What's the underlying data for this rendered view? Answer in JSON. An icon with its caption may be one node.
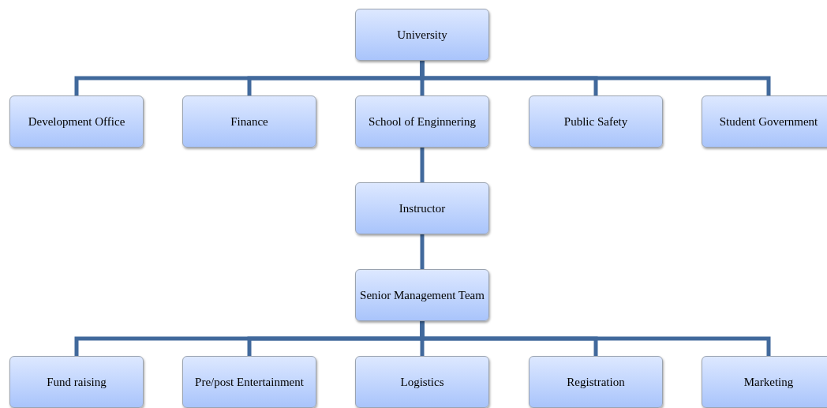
{
  "diagram": {
    "nodes": [
      {
        "text": [
          "University"
        ]
      },
      {
        "text": [
          "Development Office"
        ]
      },
      {
        "text": [
          "Finance"
        ]
      },
      {
        "text": [
          "School of Enginnering"
        ]
      },
      {
        "text": [
          "Public Safety"
        ]
      },
      {
        "text": [
          "Student Government"
        ]
      },
      {
        "text": [
          "Instructor"
        ]
      },
      {
        "text": [
          "Senior Management Team"
        ]
      },
      {
        "text": [
          "Fund raising"
        ]
      },
      {
        "text": [
          "Pre/post Entertainment"
        ]
      },
      {
        "text": [
          "Logistics"
        ]
      },
      {
        "text": [
          "Registration"
        ]
      },
      {
        "text": [
          "Marketing"
        ]
      }
    ],
    "edges": [
      {
        "from": 0,
        "to": 1,
        "arrow": "none"
      },
      {
        "from": 0,
        "to": 2,
        "arrow": "none"
      },
      {
        "from": 0,
        "to": 3,
        "arrow": "none"
      },
      {
        "from": 0,
        "to": 4,
        "arrow": "none"
      },
      {
        "from": 0,
        "to": 5,
        "arrow": "none"
      },
      {
        "from": 3,
        "to": 6,
        "arrow": "none"
      },
      {
        "from": 6,
        "to": 7,
        "arrow": "none"
      },
      {
        "from": 7,
        "to": 8,
        "arrow": "none"
      },
      {
        "from": 7,
        "to": 9,
        "arrow": "none"
      },
      {
        "from": 7,
        "to": 10,
        "arrow": "none"
      },
      {
        "from": 7,
        "to": 11,
        "arrow": "none"
      },
      {
        "from": 7,
        "to": 12,
        "arrow": "none"
      }
    ]
  }
}
